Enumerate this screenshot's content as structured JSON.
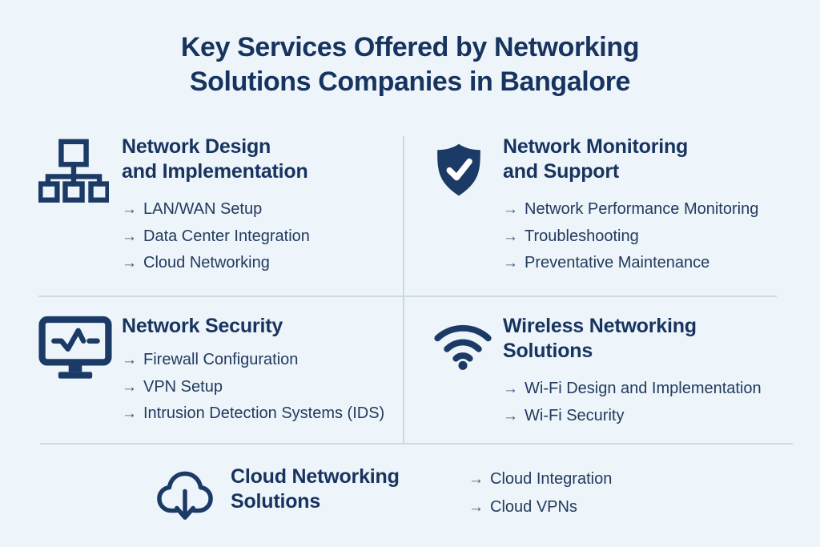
{
  "page": {
    "title_line1": "Key Services Offered by Networking",
    "title_line2": "Solutions Companies in Bangalore"
  },
  "colors": {
    "background": "#edf5fa",
    "navy": "#1b3a66",
    "heading": "#17335f",
    "item_text": "#223a5e",
    "divider": "#c9dae3"
  },
  "bullet_glyph": "→",
  "sections": [
    {
      "id": "network-design",
      "icon": "network-topology-icon",
      "title_lines": [
        "Network Design",
        "and Implementation"
      ],
      "items": [
        "LAN/WAN Setup",
        "Data Center Integration",
        "Cloud Networking"
      ]
    },
    {
      "id": "network-monitoring",
      "icon": "shield-check-icon",
      "title_lines": [
        "Network Monitoring",
        "and Support"
      ],
      "items": [
        "Network Performance Monitoring",
        "Troubleshooting",
        "Preventative Maintenance"
      ]
    },
    {
      "id": "network-security",
      "icon": "monitor-pulse-icon",
      "title_lines": [
        "Network Security"
      ],
      "items": [
        "Firewall Configuration",
        "VPN Setup",
        "Intrusion Detection Systems (IDS)"
      ]
    },
    {
      "id": "wireless-networking",
      "icon": "wifi-icon",
      "title_lines": [
        "Wireless Networking",
        "Solutions"
      ],
      "items": [
        "Wi-Fi Design and Implementation",
        "Wi-Fi Security"
      ]
    },
    {
      "id": "cloud-networking",
      "icon": "cloud-download-icon",
      "title_lines": [
        "Cloud Networking",
        "Solutions"
      ],
      "items": [
        "Cloud Integration",
        "Cloud VPNs"
      ]
    }
  ]
}
